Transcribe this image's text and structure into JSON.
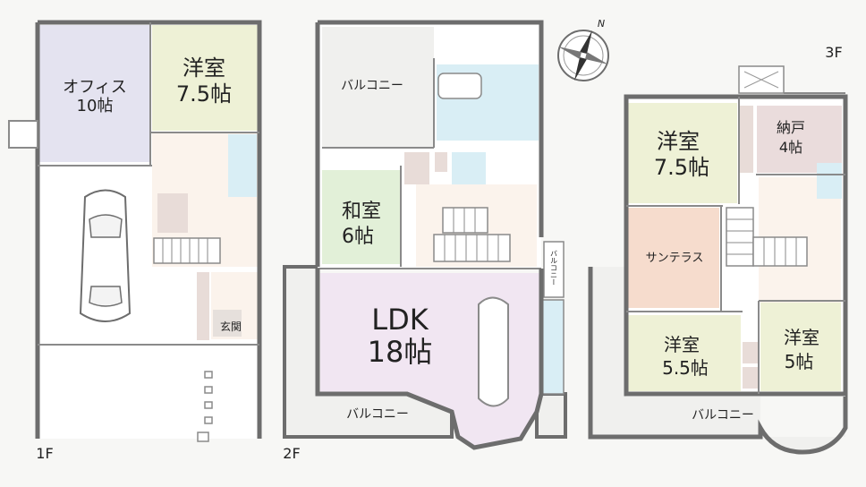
{
  "floors": [
    {
      "label": "1F"
    },
    {
      "label": "2F"
    },
    {
      "label": "3F"
    }
  ],
  "rooms": {
    "office": {
      "name": "オフィス",
      "size": "10帖",
      "color": "#e4e3f0"
    },
    "western_1f": {
      "name": "洋室",
      "size": "7.5帖",
      "color": "#eef1d6"
    },
    "entrance": {
      "name": "玄関"
    },
    "balcony_2f_top": {
      "name": "バルコニー"
    },
    "japanese": {
      "name": "和室",
      "size": "6帖",
      "color": "#e2f0d8"
    },
    "ldk": {
      "name": "LDK",
      "size": "18帖",
      "color": "#f1e6f2"
    },
    "balcony_2f_bottom": {
      "name": "バルコニー"
    },
    "balcony_2f_side": {
      "name": "バルコニー"
    },
    "western_3f_a": {
      "name": "洋室",
      "size": "7.5帖",
      "color": "#eef1d6"
    },
    "storage": {
      "name": "納戸",
      "size": "4帖",
      "color": "#eadcdc"
    },
    "sunroom": {
      "name": "サンテラス",
      "color": "#f6dccd"
    },
    "western_3f_b": {
      "name": "洋室",
      "size": "5.5帖",
      "color": "#eef1d6"
    },
    "western_3f_c": {
      "name": "洋室",
      "size": "5帖",
      "color": "#eef1d6"
    },
    "balcony_3f": {
      "name": "バルコニー"
    }
  },
  "compass": {
    "north": "N"
  },
  "colors": {
    "wall": "#6d6d6d",
    "hall": "#fbf3ec",
    "bath": "#d9eef5",
    "stair": "#ffffff",
    "balcony": "#f0f0ee"
  }
}
